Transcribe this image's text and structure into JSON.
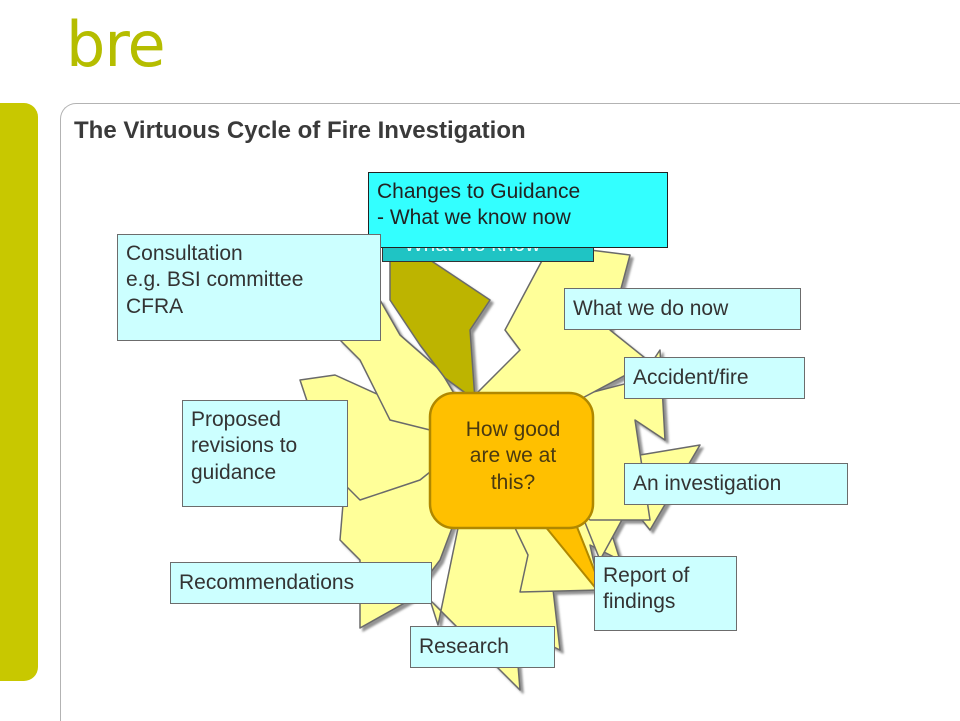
{
  "logo": {
    "text": "bre"
  },
  "slide": {
    "title": "The Virtuous Cycle of Fire Investigation"
  },
  "diagram": {
    "behind_label": "- What we know",
    "top_box": {
      "line1": "Changes to Guidance",
      "line2": "- What we know now"
    },
    "consultation": {
      "line1": "Consultation",
      "line2": "e.g. BSI committee",
      "line3": "CFRA"
    },
    "what_we_do_now": "What we do now",
    "accident_fire": "Accident/fire",
    "an_investigation": "An investigation",
    "proposed": {
      "line1": "Proposed",
      "line2": "revisions to",
      "line3": "guidance"
    },
    "recommendations": "Recommendations",
    "research": "Research",
    "report": {
      "line1": "Report of",
      "line2": "findings"
    },
    "callout": {
      "line1": "How good",
      "line2": "are we at",
      "line3": "this?"
    }
  },
  "colors": {
    "brand": "#b5bd00",
    "sidebar": "#c8c800",
    "arrow_fill": "#ffff99",
    "highlighted_arrow": "#bdb400",
    "label_box": "#ccffff",
    "highlight_box": "#33ffff",
    "callout": "#ffc000"
  }
}
